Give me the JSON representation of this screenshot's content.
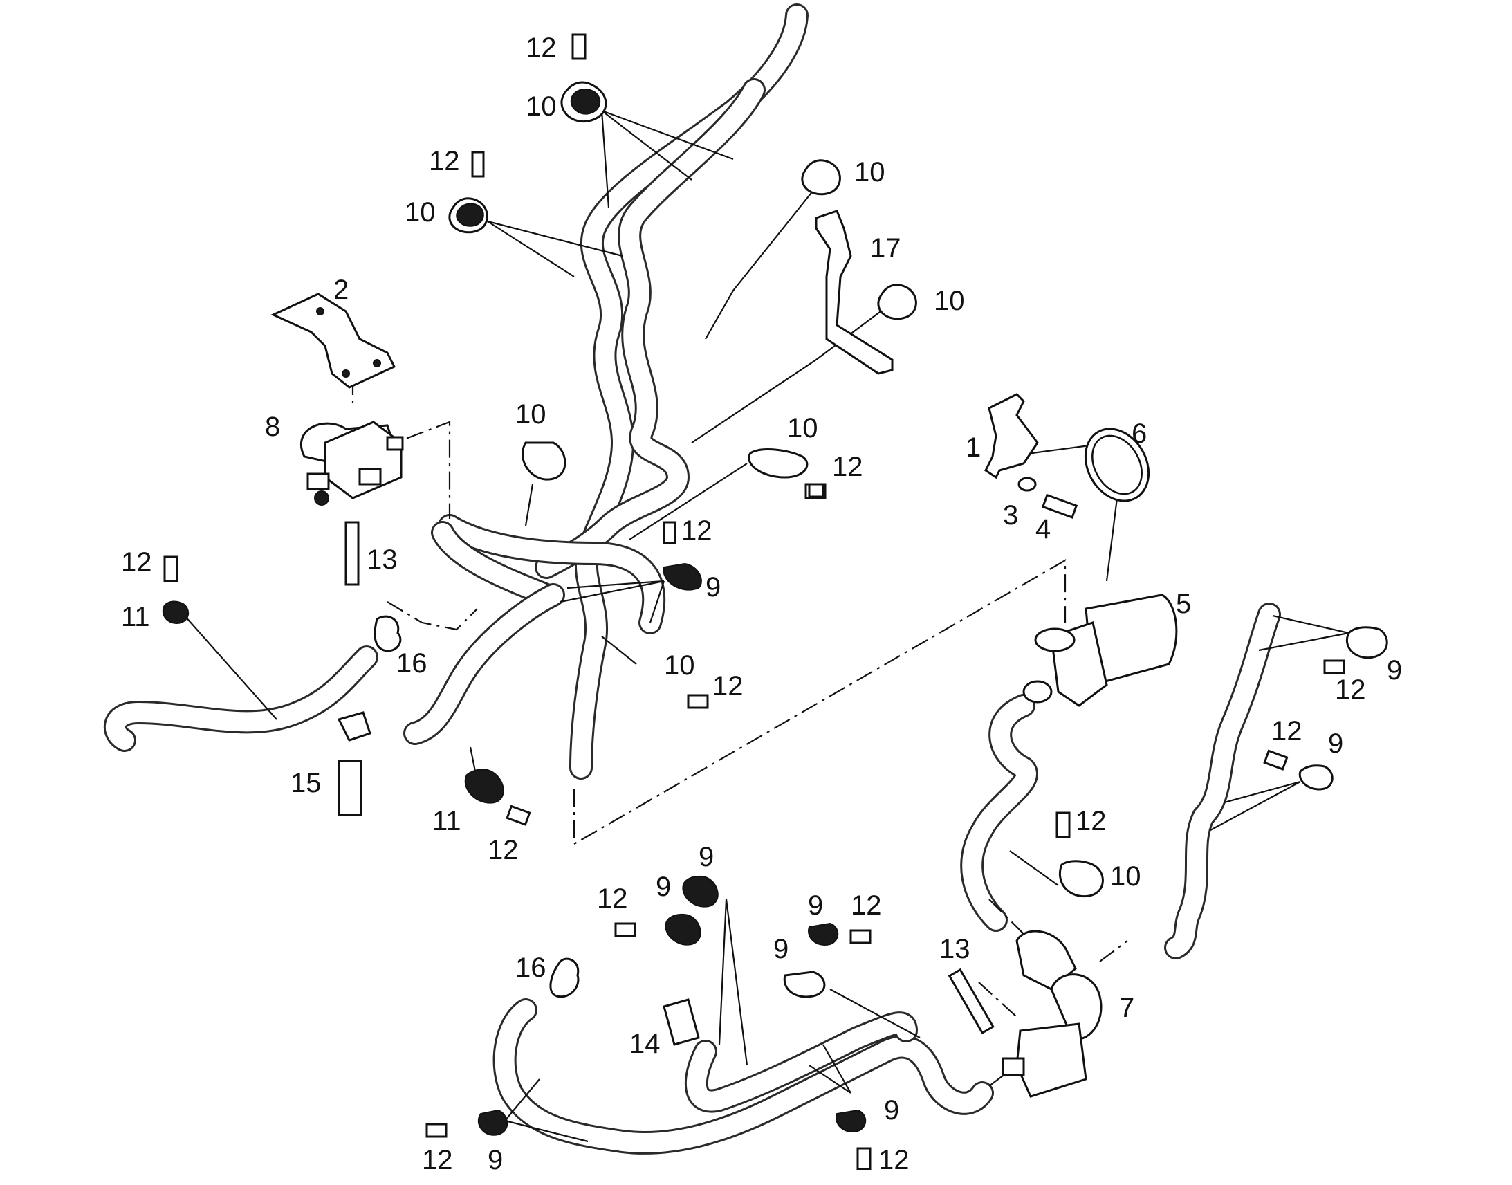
{
  "callouts": [
    {
      "id": "c-12-a",
      "text": "12"
    },
    {
      "id": "c-10-a",
      "text": "10"
    },
    {
      "id": "c-12-b",
      "text": "12"
    },
    {
      "id": "c-10-b",
      "text": "10"
    },
    {
      "id": "c-10-c",
      "text": "10"
    },
    {
      "id": "c-17",
      "text": "17"
    },
    {
      "id": "c-10-d",
      "text": "10"
    },
    {
      "id": "c-2",
      "text": "2"
    },
    {
      "id": "c-8",
      "text": "8"
    },
    {
      "id": "c-10-e",
      "text": "10"
    },
    {
      "id": "c-10-f",
      "text": "10"
    },
    {
      "id": "c-12-c",
      "text": "12"
    },
    {
      "id": "c-1",
      "text": "1"
    },
    {
      "id": "c-6",
      "text": "6"
    },
    {
      "id": "c-3",
      "text": "3"
    },
    {
      "id": "c-4",
      "text": "4"
    },
    {
      "id": "c-12-d",
      "text": "12"
    },
    {
      "id": "c-9-a",
      "text": "9"
    },
    {
      "id": "c-13-a",
      "text": "13"
    },
    {
      "id": "c-12-e",
      "text": "12"
    },
    {
      "id": "c-11-a",
      "text": "11"
    },
    {
      "id": "c-16-a",
      "text": "16"
    },
    {
      "id": "c-5",
      "text": "5"
    },
    {
      "id": "c-10-g",
      "text": "10"
    },
    {
      "id": "c-12-f",
      "text": "12"
    },
    {
      "id": "c-9-b",
      "text": "9"
    },
    {
      "id": "c-12-g",
      "text": "12"
    },
    {
      "id": "c-12-h",
      "text": "12"
    },
    {
      "id": "c-9-c",
      "text": "9"
    },
    {
      "id": "c-15",
      "text": "15"
    },
    {
      "id": "c-11-b",
      "text": "11"
    },
    {
      "id": "c-12-i",
      "text": "12"
    },
    {
      "id": "c-12-j",
      "text": "12"
    },
    {
      "id": "c-10-h",
      "text": "10"
    },
    {
      "id": "c-9-d",
      "text": "9"
    },
    {
      "id": "c-12-k",
      "text": "12"
    },
    {
      "id": "c-9-e",
      "text": "9"
    },
    {
      "id": "c-9-f",
      "text": "9"
    },
    {
      "id": "c-12-l",
      "text": "12"
    },
    {
      "id": "c-9-g",
      "text": "9"
    },
    {
      "id": "c-13-b",
      "text": "13"
    },
    {
      "id": "c-16-b",
      "text": "16"
    },
    {
      "id": "c-7",
      "text": "7"
    },
    {
      "id": "c-14",
      "text": "14"
    },
    {
      "id": "c-9-h",
      "text": "9"
    },
    {
      "id": "c-12-m",
      "text": "12"
    },
    {
      "id": "c-9-i",
      "text": "9"
    },
    {
      "id": "c-12-n",
      "text": "12"
    }
  ]
}
